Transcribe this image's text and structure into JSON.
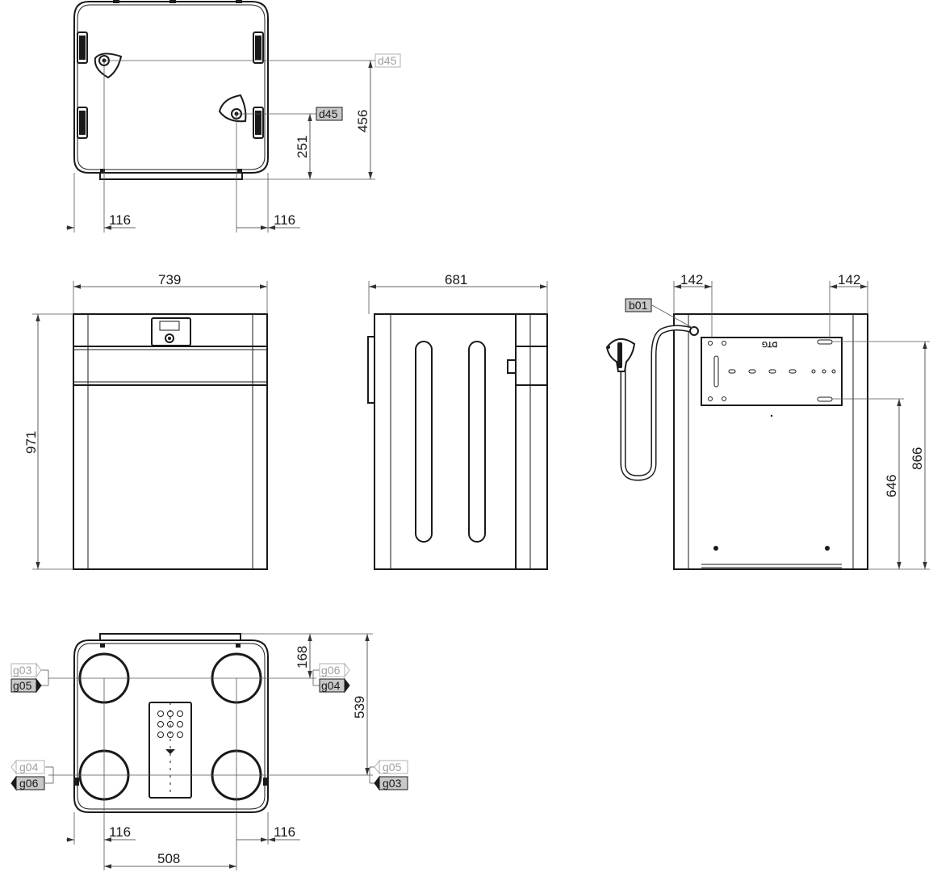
{
  "dimensions": {
    "top_left_116": "116",
    "top_right_116": "116",
    "top_251": "251",
    "top_456": "456",
    "front_width": "739",
    "front_height": "971",
    "side_width": "681",
    "back_left_142": "142",
    "back_right_142": "142",
    "back_646": "646",
    "back_866": "866",
    "bottom_168": "168",
    "bottom_539": "539",
    "bottom_left_116": "116",
    "bottom_right_116": "116",
    "bottom_508": "508"
  },
  "tags": {
    "top_d45_light": "d45",
    "top_d45_dark": "d45",
    "back_b01": "b01",
    "left_upper_g03": "g03",
    "left_upper_g05": "g05",
    "right_upper_g06": "g06",
    "right_upper_g04": "g04",
    "left_lower_g04": "g04",
    "left_lower_g06": "g06",
    "right_lower_g05": "g05",
    "right_lower_g03": "g03"
  },
  "bracket_label": "ꓨꓕꓷ"
}
